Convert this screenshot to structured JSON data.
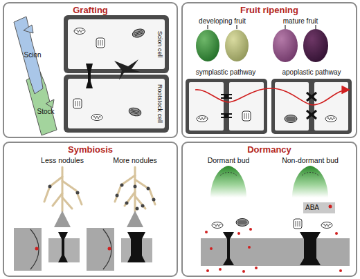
{
  "diagram": {
    "nodes": [
      {
        "text": [
          "Grafting"
        ]
      },
      {
        "text": [
          "Fruit ripening"
        ]
      },
      {
        "text": [
          "Symbiosis"
        ]
      },
      {
        "text": [
          "Dormancy"
        ]
      },
      {
        "text": [
          "ABA"
        ],
        "in": 3
      }
    ],
    "labels": [
      "Scion",
      "Stock",
      "Scion cell",
      "Rootstock cell",
      "developing fruit",
      "mature fruit",
      "symplastic pathway",
      "apoplastic pathway",
      "Less nodules",
      "More nodules",
      "Dormant bud",
      "Non-dormant bud"
    ]
  }
}
